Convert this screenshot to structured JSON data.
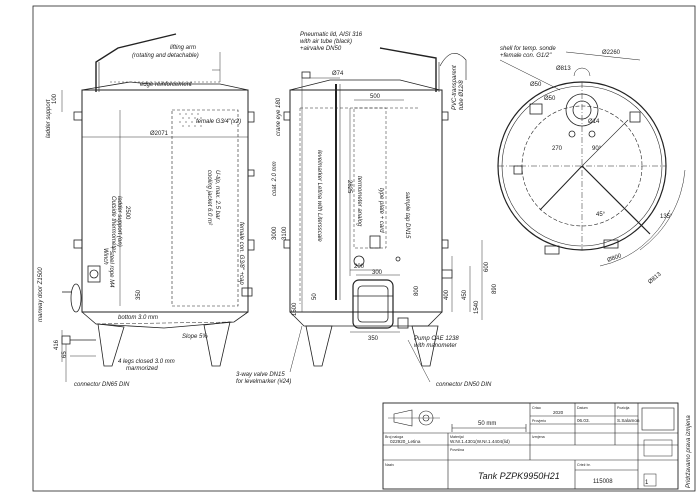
{
  "title_block": {
    "scale_bar_label": "50 mm",
    "year": "2020",
    "drawn_date": "06.03.",
    "drawn_by": "S.Salamon",
    "tank_name": "Tank PZPK9950H21",
    "client_order": "022920_Letina",
    "material": "W.Nr.1.4301(W.Nr.1.4404(lid)",
    "drawing_number": "115008",
    "sheet_code": "1",
    "rights_note": "Pridržavamo prava izmjena",
    "field_labels": {
      "order": "Broj naloga",
      "material": "Materijal",
      "surface": "Površina",
      "revision": "Izmjena",
      "name": "Naziv",
      "drawing_no": "Crtež br.",
      "drawn": "Crtao",
      "checked": "Provjerio",
      "date": "Datum",
      "position": "Pozicija"
    }
  },
  "front_view": {
    "labels": {
      "lifting_arm": "lifting arm",
      "lifting_arm_note": "(rotating and detachable)",
      "edge_reinforcement": "edge reinforcement",
      "ladder_support": "ladder support",
      "outside_thermometer": "Outside thermometer",
      "ladder_support_2": "ladder support (on)",
      "female_conn": "female G3/4\"(x2)",
      "cooling_jacket": "cooling jacket 6.0 m²",
      "cooling_jacket_2": "U-tip, max. 2.5 bar",
      "female_conn_cap": "female con. G3/8\" +cap",
      "winch_note": "Winch",
      "winch_note_2": "+ steel rope M4",
      "manway_door": "manway door Z1500",
      "bottom": "bottom 3.0 mm",
      "slope": "Slope 5%",
      "legs_note": "4 legs closed 3.0 mm",
      "legs_note_2": "marmorized",
      "connector_dn65": "connector DN65 DIN"
    },
    "dims": {
      "diameter": "Ø2071",
      "height_2500": "2500",
      "dim_100": "100",
      "dim_350": "350",
      "dim_416": "416",
      "dim_65": "65"
    }
  },
  "side_view": {
    "labels": {
      "pneumatic_lid": "Pneumatic lid, AISI 316",
      "pneumatic_lid_2": "with air tube (black)",
      "pneumatic_lid_3": "+airvalve DN50",
      "pvc_tube": "PVC-transparent",
      "pvc_tube_2": "tube Ø12/8",
      "levelmarker": "levelmarker Letina with Litersscale",
      "thermometer": "termometer analog",
      "type_plate": "type plate + card",
      "sample_tap": "sample tap DN15",
      "coat": "coat. 2.0 mm",
      "crane_eye": "crane eye 180",
      "pump": "Pump CAE 1238",
      "pump_2": "with manometer",
      "valve_3way": "3-way valve DN15",
      "valve_3way_2": "for levelmarker (#24)",
      "connector_dn50": "connector DN50 DIN"
    },
    "dims": {
      "d74": "Ø74",
      "dim_500": "500",
      "dim_2825": "2825",
      "dim_3000": "3000",
      "dim_3100": "3100",
      "dim_1500": "1500",
      "dim_200": "200",
      "dim_300": "300",
      "dim_400": "400",
      "dim_600": "600",
      "dim_800": "800",
      "dim_450": "450",
      "dim_890": "890",
      "dim_1540": "1540",
      "dim_350": "350",
      "dim_50": "50"
    }
  },
  "top_view": {
    "labels": {
      "shell_note": "shell for temp. sonde",
      "shell_note_2": "+female con. G1/2\""
    },
    "dims": {
      "d2260": "Ø2260",
      "d813": "Ø813",
      "d50a": "Ø50",
      "d50b": "Ø50",
      "d14": "Ø14",
      "dim_270": "270",
      "dim_90": "90°",
      "dim_45": "45°",
      "dim_135": "135°",
      "d800": "Ø800",
      "d813b": "Ø813"
    }
  }
}
